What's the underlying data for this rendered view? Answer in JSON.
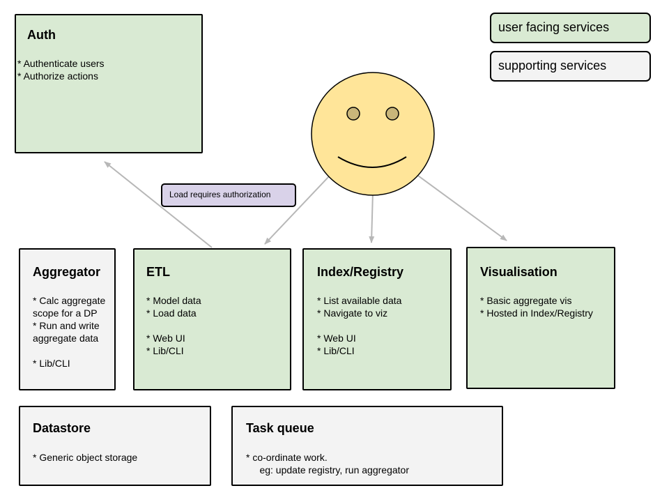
{
  "legend": {
    "user_facing": "user facing services",
    "supporting": "supporting services"
  },
  "callout": "Load requires authorization",
  "boxes": {
    "auth": {
      "title": "Auth",
      "lines": [
        "* Authenticate users",
        "* Authorize actions"
      ]
    },
    "aggregator": {
      "title": "Aggregator",
      "lines": [
        "* Calc aggregate",
        "scope for a DP",
        "* Run and write",
        "aggregate data",
        "",
        "* Lib/CLI"
      ]
    },
    "etl": {
      "title": "ETL",
      "lines": [
        "* Model data",
        "* Load data",
        "",
        "* Web UI",
        "* Lib/CLI"
      ]
    },
    "index": {
      "title": "Index/Registry",
      "lines": [
        "* List available data",
        "* Navigate to viz",
        "",
        "* Web UI",
        "* Lib/CLI"
      ]
    },
    "vis": {
      "title": "Visualisation",
      "lines": [
        "* Basic aggregate vis",
        "* Hosted in Index/Registry"
      ]
    },
    "datastore": {
      "title": "Datastore",
      "lines": [
        "* Generic object storage"
      ]
    },
    "taskqueue": {
      "title": "Task queue",
      "lines": [
        "* co-ordinate work.",
        "     eg: update registry, run aggregator"
      ]
    }
  },
  "colors": {
    "user_facing_fill": "#d9ead3",
    "supporting_fill": "#f3f3f3",
    "callout_fill": "#d9d2e9",
    "face_fill": "#ffe599",
    "eye_fill": "#c9b67a",
    "arrow_stroke": "#b7b7b7"
  },
  "icons": {
    "user": "smiley-face-icon"
  }
}
